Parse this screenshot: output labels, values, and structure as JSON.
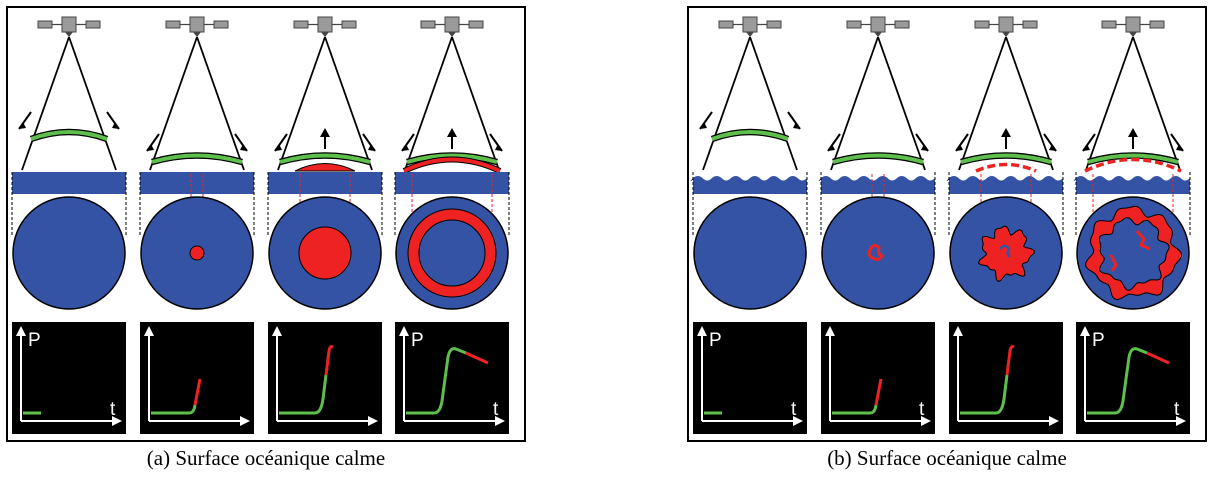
{
  "colors": {
    "ocean_blue": "#3553a4",
    "echo_red": "#ee2222",
    "waveform_green": "#5fbf4c",
    "background": "#ffffff",
    "plot_background": "#000000",
    "satellite_gray": "#9a9a9a"
  },
  "panels": [
    {
      "id": "a",
      "caption": "(a) Surface océanique calme",
      "surface": "calm",
      "steps": [
        {
          "stage": 0,
          "axis_p": "P",
          "axis_t": "t"
        },
        {
          "stage": 1,
          "axis_p": "",
          "axis_t": ""
        },
        {
          "stage": 2,
          "axis_p": "",
          "axis_t": ""
        },
        {
          "stage": 3,
          "axis_p": "P",
          "axis_t": "t"
        }
      ]
    },
    {
      "id": "b",
      "caption": "(b) Surface océanique calme",
      "surface": "rough",
      "steps": [
        {
          "stage": 0,
          "axis_p": "P",
          "axis_t": "t"
        },
        {
          "stage": 1,
          "axis_p": "",
          "axis_t": "t"
        },
        {
          "stage": 2,
          "axis_p": "",
          "axis_t": ""
        },
        {
          "stage": 3,
          "axis_p": "P",
          "axis_t": "t"
        }
      ]
    }
  ]
}
